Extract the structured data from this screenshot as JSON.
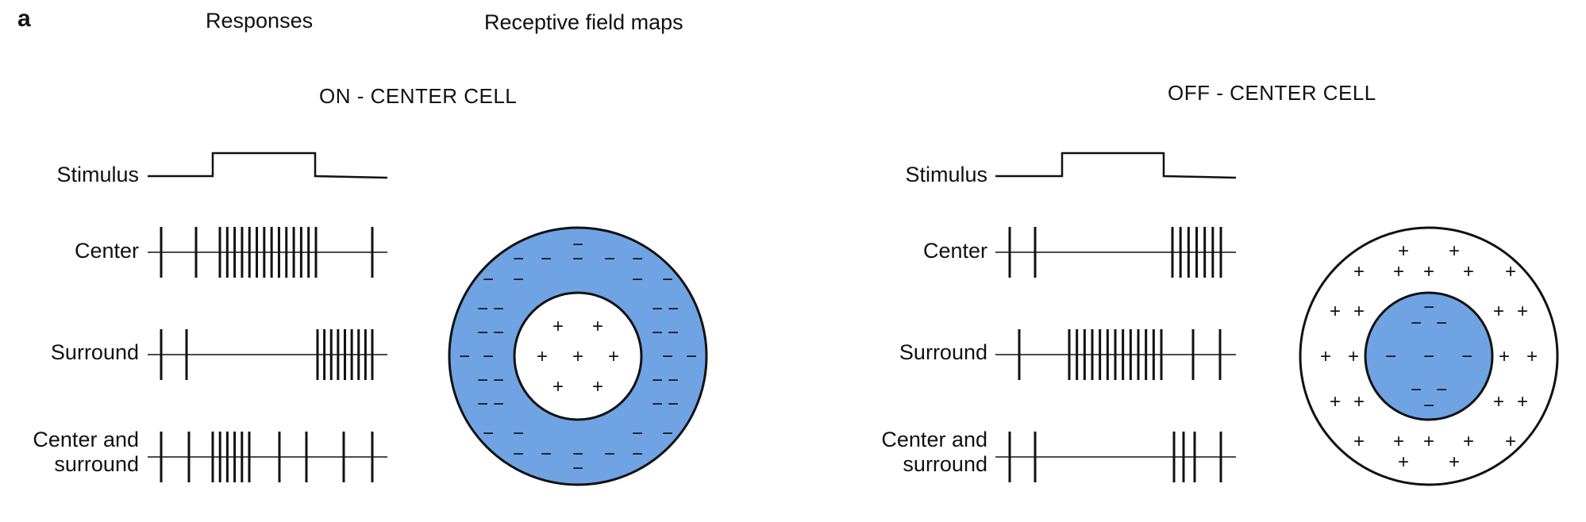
{
  "panel_letter": "a",
  "headers": {
    "responses": "Responses",
    "receptive_field_maps": "Receptive field maps"
  },
  "colors": {
    "field_blue": "#6fa3e3",
    "ink": "#111111"
  },
  "cells": [
    {
      "id": "on",
      "title": "ON - CENTER CELL",
      "row_labels": {
        "stimulus": "Stimulus",
        "center": "Center",
        "surround": "Surround",
        "both_line1": "Center and",
        "both_line2": "surround"
      },
      "center_sign": "+",
      "surround_sign": "−"
    },
    {
      "id": "off",
      "title": "OFF - CENTER CELL",
      "row_labels": {
        "stimulus": "Stimulus",
        "center": "Center",
        "surround": "Surround",
        "both_line1": "Center and",
        "both_line2": "surround"
      },
      "center_sign": "−",
      "surround_sign": "+"
    }
  ]
}
